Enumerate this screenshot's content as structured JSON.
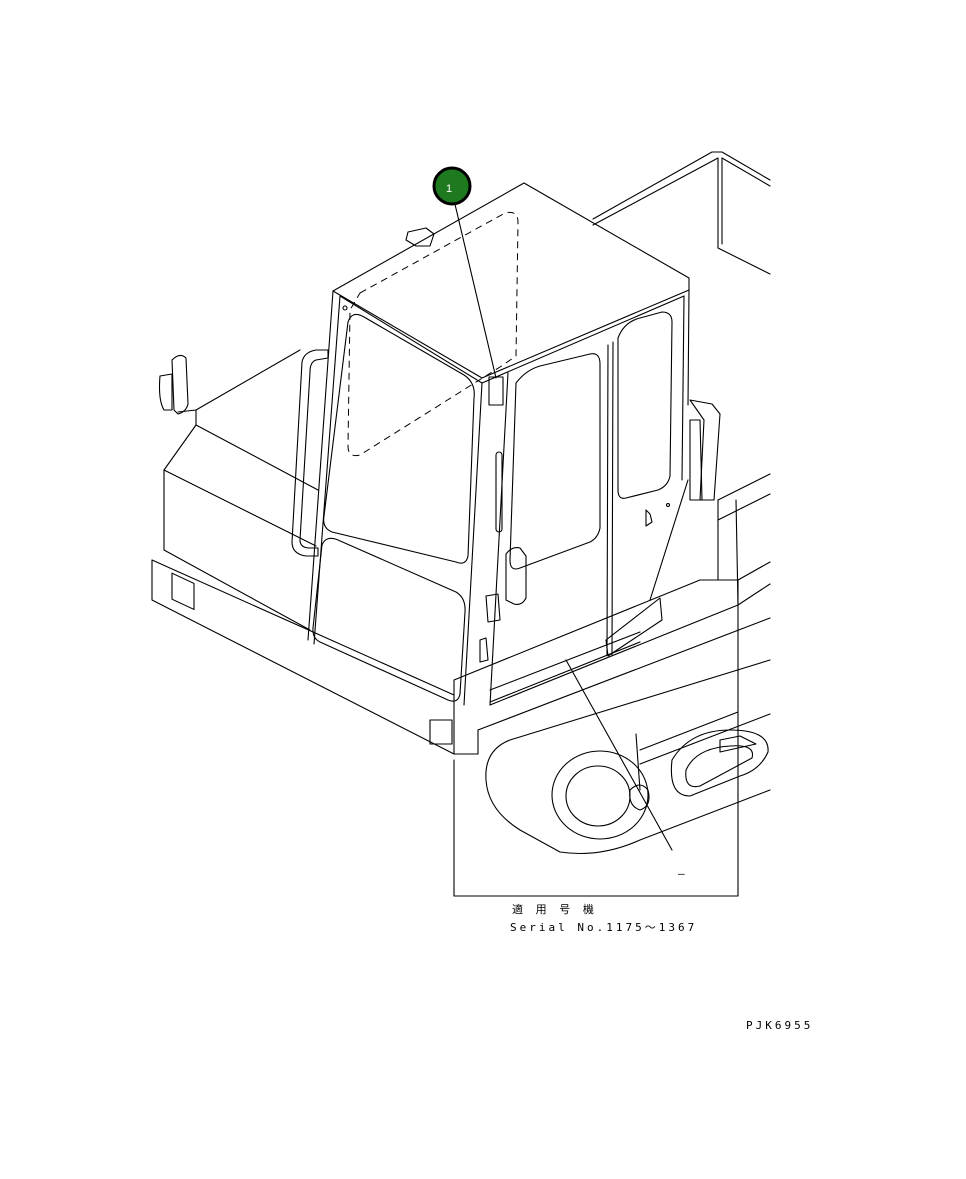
{
  "callouts": [
    {
      "number": "1",
      "fill": "#1e7a1e",
      "stroke": "#000000"
    }
  ],
  "serial_heading": "適 用 号 機",
  "serial_text": "Serial No.1175～1367",
  "drawing_code": "PJK6955",
  "detail_mark": "–"
}
